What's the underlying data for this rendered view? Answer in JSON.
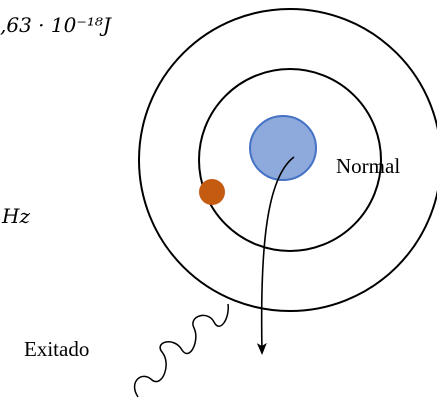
{
  "fragments": {
    "energy": ",63 · 10⁻¹⁸J",
    "frequency_unit": "Hz"
  },
  "labels": {
    "normal": "Normal",
    "excited": "Exitado"
  },
  "colors": {
    "nucleus_fill": "#8EA9DB",
    "nucleus_stroke": "#4472C4",
    "electron": "#C55A11",
    "line": "#000000"
  }
}
